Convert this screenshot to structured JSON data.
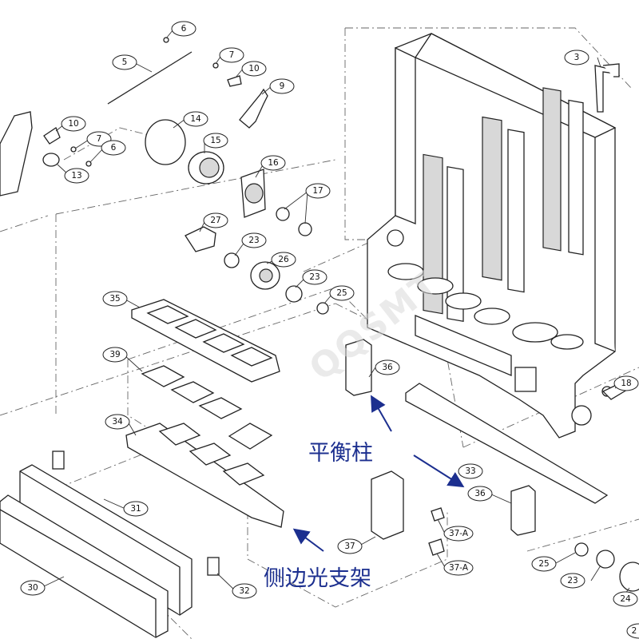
{
  "annotations": {
    "balance_column": "平衡柱",
    "side_light_bracket": "侧边光支架"
  },
  "watermark": "QQSMT",
  "callouts": {
    "c3": "3",
    "c5": "5",
    "c6a": "6",
    "c7a": "7",
    "c10a": "10",
    "c9": "9",
    "c10b": "10",
    "c7b": "7",
    "c6b": "6",
    "c13": "13",
    "c14": "14",
    "c15": "15",
    "c16": "16",
    "c17": "17",
    "c27": "27",
    "c23a": "23",
    "c26": "26",
    "c23b": "23",
    "c25a": "25",
    "c35": "35",
    "c39": "39",
    "c34": "34",
    "c36a": "36",
    "c36b": "36",
    "c33": "33",
    "c18": "18",
    "c31": "31",
    "c30": "30",
    "c32": "32",
    "c37": "37",
    "c37a1": "37-A",
    "c37a2": "37-A",
    "c25b": "25",
    "c23c": "23",
    "c24": "24",
    "c2x": "2"
  },
  "colors": {
    "annotation": "#1c2f8f",
    "line": "#222222",
    "watermark": "#d9d9d9"
  }
}
